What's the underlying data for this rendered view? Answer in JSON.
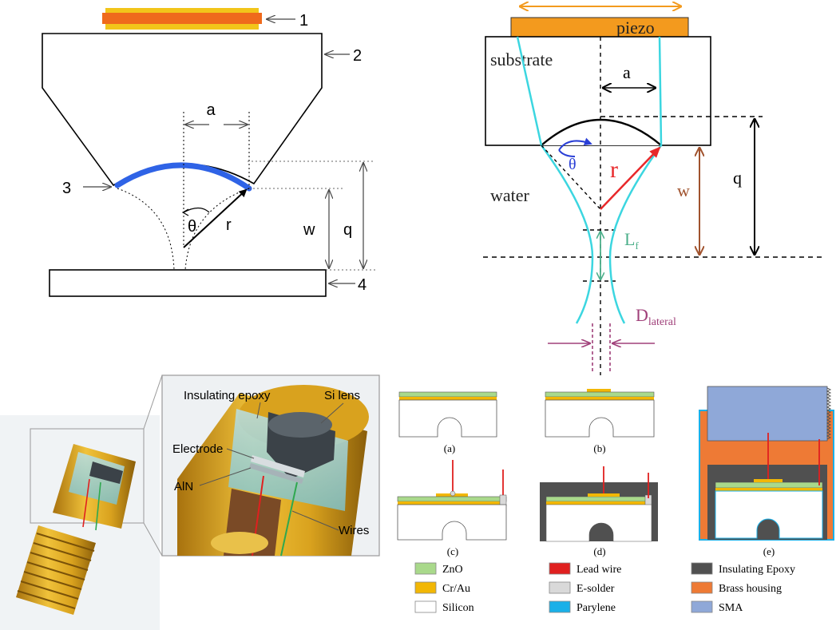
{
  "panel_tl": {
    "callouts": [
      "1",
      "2",
      "3",
      "4"
    ],
    "labels": {
      "a": "a",
      "theta": "θ",
      "r": "r",
      "w": "w",
      "q": "q"
    },
    "colors": {
      "lens": "#2f63e6",
      "piezo_top": "#f2c51a",
      "piezo_mid": "#ef6a1c"
    }
  },
  "panel_tr": {
    "labels": {
      "piezo": "piezo",
      "substrate": "substrate",
      "water": "water",
      "a": "a",
      "theta": "θ",
      "r": "r",
      "w": "w",
      "q": "q",
      "lf": "L",
      "lf_sub": "f",
      "dlat": "D",
      "dlat_sub": "lateral"
    },
    "colors": {
      "beam": "#3cd6e0",
      "r_arrow": "#e8282a",
      "w_arrow": "#a0522d",
      "lf_arrow": "#4caf8a",
      "dlat": "#a0407a",
      "theta": "#2a3fd6",
      "piezo": "#f39a1e"
    }
  },
  "panel_bl": {
    "labels": {
      "insulating_epoxy": "Insulating epoxy",
      "si_lens": "Si lens",
      "electrode": "Electrode",
      "aln": "AlN",
      "wires": "Wires"
    }
  },
  "panel_br": {
    "steps": [
      "(a)",
      "(b)",
      "(c)",
      "(d)",
      "(e)"
    ],
    "legend": [
      {
        "label": "ZnO",
        "color": "#a9d98b"
      },
      {
        "label": "Cr/Au",
        "color": "#f2b705"
      },
      {
        "label": "Silicon",
        "color": "#ffffff"
      },
      {
        "label": "Lead wire",
        "color": "#e0201f"
      },
      {
        "label": "E-solder",
        "color": "#d9d9d9"
      },
      {
        "label": "Parylene",
        "color": "#1ab0e8"
      },
      {
        "label": "Insulating Epoxy",
        "color": "#505050"
      },
      {
        "label": "Brass housing",
        "color": "#ee7a35"
      },
      {
        "label": "SMA",
        "color": "#8fa8d8"
      }
    ]
  }
}
